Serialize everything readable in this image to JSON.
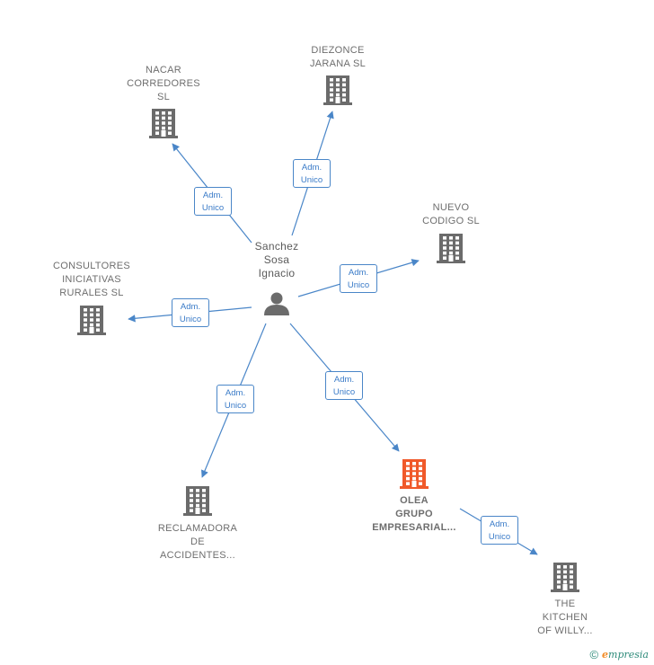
{
  "colors": {
    "edge": "#4a86c8",
    "building": "#6b6b6b",
    "building_highlight": "#f0592a",
    "person": "#6b6b6b"
  },
  "center": {
    "label": "Sanchez\nSosa\nIgnacio",
    "icon": "person-icon"
  },
  "edge_label": "Adm.\nUnico",
  "companies": [
    {
      "id": "nacar",
      "label": "NACAR\nCORREDORES\nSL"
    },
    {
      "id": "diezonce",
      "label": "DIEZONCE\nJARANA  SL"
    },
    {
      "id": "nuevo",
      "label": "NUEVO\nCODIGO  SL"
    },
    {
      "id": "consultores",
      "label": "CONSULTORES\nINICIATIVAS\nRURALES  SL"
    },
    {
      "id": "reclamadora",
      "label": "RECLAMADORA\nDE\nACCIDENTES..."
    },
    {
      "id": "olea",
      "label": "OLEA\nGRUPO\nEMPRESARIAL...",
      "highlight": true
    },
    {
      "id": "kitchen",
      "label": "THE\nKITCHEN\nOF WILLY..."
    }
  ],
  "footer": {
    "copyright": "©",
    "brand_e": "e",
    "brand_rest": "mpresia"
  }
}
